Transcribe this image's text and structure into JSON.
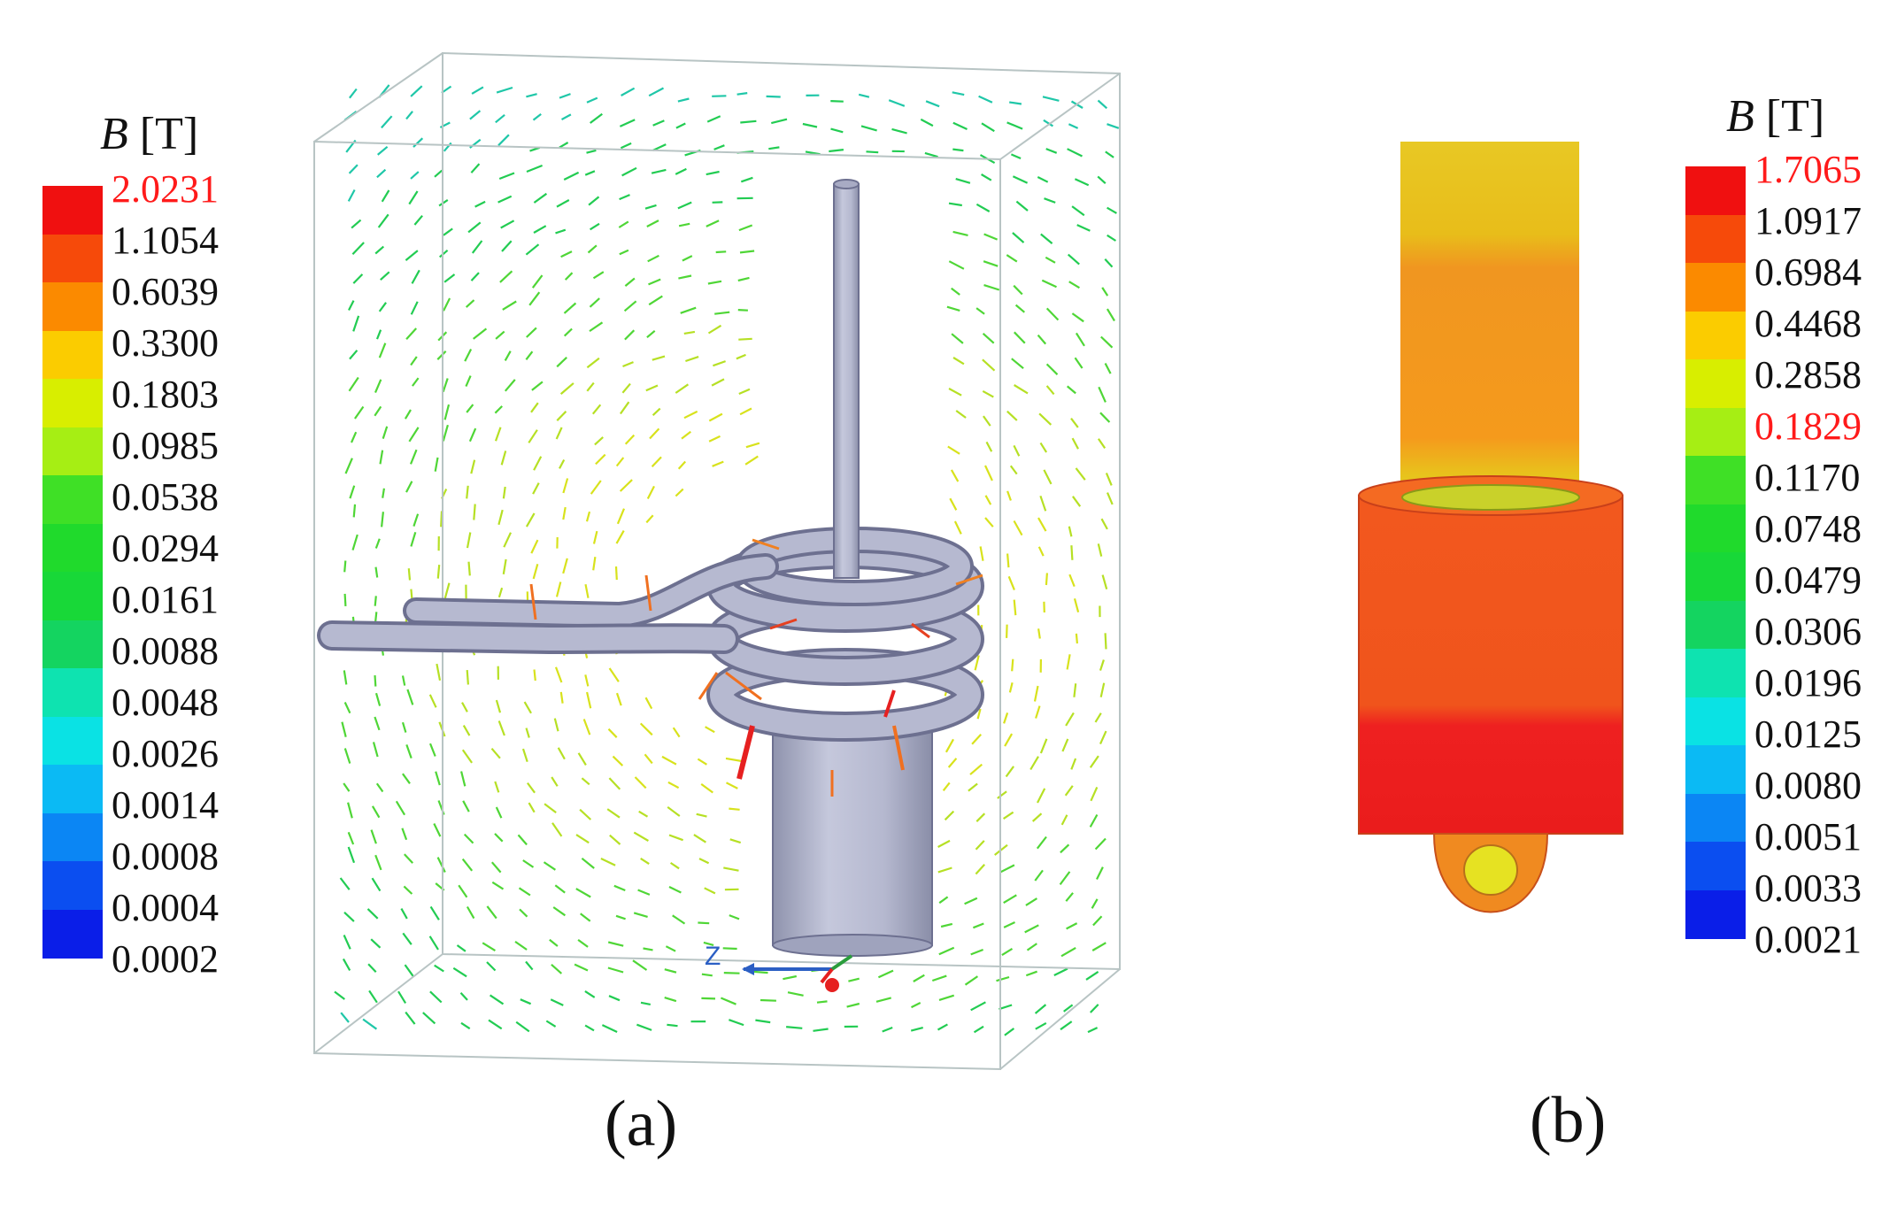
{
  "panel_a": {
    "legend": {
      "symbol": "B",
      "unit": "[T]",
      "ticks": [
        "2.0231",
        "1.1054",
        "0.6039",
        "0.3300",
        "0.1803",
        "0.0985",
        "0.0538",
        "0.0294",
        "0.0161",
        "0.0088",
        "0.0048",
        "0.0026",
        "0.0014",
        "0.0008",
        "0.0004",
        "0.0002"
      ],
      "highlighted": [
        "2.0231"
      ],
      "colors": [
        "#f01010",
        "#f64a0a",
        "#fb8a00",
        "#fbcc00",
        "#d8ee00",
        "#a6ee14",
        "#3fe026",
        "#20da2c",
        "#18d838",
        "#14d460",
        "#0ee3b0",
        "#0ae2e4",
        "#0bbaf4",
        "#0b86f4",
        "#0b4ef0",
        "#0a1ee8"
      ]
    },
    "axis_label": "Z",
    "caption": "(a)"
  },
  "panel_b": {
    "legend": {
      "symbol": "B",
      "unit": "[T]",
      "ticks": [
        "1.7065",
        "1.0917",
        "0.6984",
        "0.4468",
        "0.2858",
        "0.1829",
        "0.1170",
        "0.0748",
        "0.0479",
        "0.0306",
        "0.0196",
        "0.0125",
        "0.0080",
        "0.0051",
        "0.0033",
        "0.0021"
      ],
      "highlighted": [
        "1.7065",
        "0.1829"
      ],
      "colors": [
        "#f01010",
        "#f64a0a",
        "#fb8a00",
        "#fbcc00",
        "#d8ee00",
        "#a6ee14",
        "#3fe026",
        "#20da2c",
        "#18d838",
        "#14d460",
        "#0ee3b0",
        "#0ae2e4",
        "#0bbaf4",
        "#0b86f4",
        "#0b4ef0",
        "#0a1ee8"
      ]
    },
    "caption": "(b)"
  }
}
